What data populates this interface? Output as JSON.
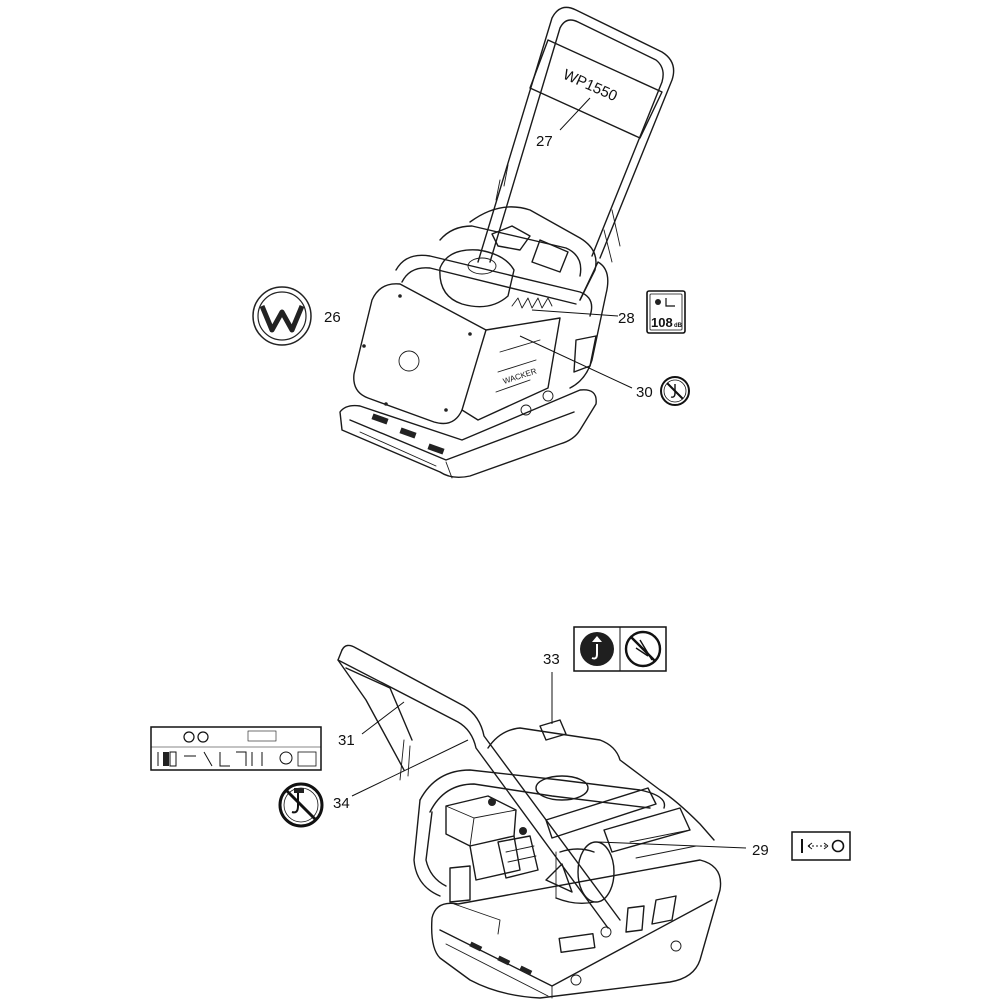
{
  "callouts": {
    "c26": "26",
    "c27": "27",
    "c28": "28",
    "c29": "29",
    "c30": "30",
    "c31": "31",
    "c33": "33",
    "c34": "34"
  },
  "decals": {
    "handle_model": "WP1550",
    "noise_value": "108",
    "noise_unit": "dB"
  },
  "icons": {
    "brand": "wacker-neuson-w-logo-icon",
    "noise": "sound-power-decal-icon",
    "no_lift": "no-lifting-hook-icon",
    "lift_point": "lifting-point-icon",
    "info": "operation-info-decal-icon",
    "travel": "travel-direction-decal-icon"
  },
  "colors": {
    "line": "#1a1a1a",
    "background": "#ffffff"
  }
}
